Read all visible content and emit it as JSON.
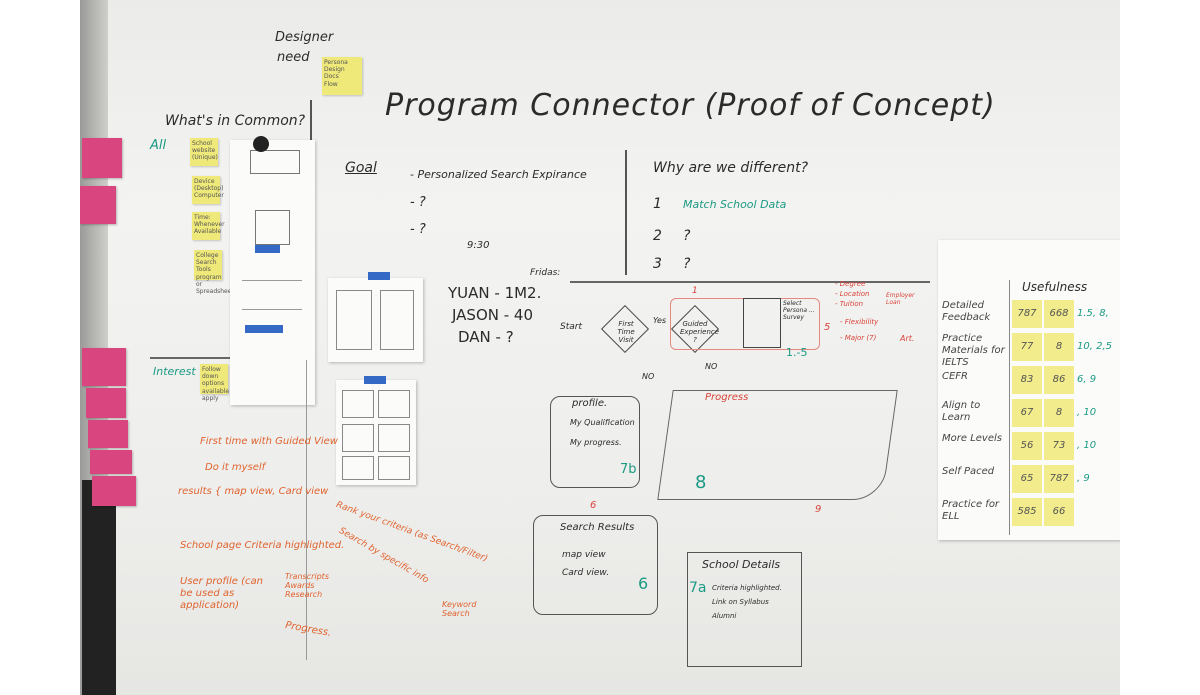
{
  "title": "Program Connector (Proof of Concept)",
  "designer_need": {
    "label_1": "Designer",
    "label_2": "need",
    "sticky_lines": [
      "Persona",
      "Design Docs",
      "Flow"
    ]
  },
  "common": {
    "heading": "What's in Common?",
    "all_label": "All",
    "stickies": [
      "School website (Unique)",
      "Device (Desktop) Computer",
      "Time: Whenever Available",
      "College Search Tools program or Spreadsheet"
    ],
    "interest_label": "Interest",
    "interest_sticky": "Follow down options available apply"
  },
  "goal": {
    "label": "Goal",
    "items": [
      "- Personalized Search Expirance",
      "- ?",
      "- ?"
    ],
    "time": "9:30"
  },
  "why": {
    "heading": "Why are we different?",
    "items": [
      {
        "num": "1",
        "text": "Match School Data"
      },
      {
        "num": "2",
        "text": "?"
      },
      {
        "num": "3",
        "text": "?"
      }
    ]
  },
  "names": {
    "fridays": "Fridas:",
    "rows": [
      "YUAN - 1M2.",
      "JASON - 40",
      "DAN - ?"
    ]
  },
  "flow": {
    "start": "Start",
    "first_time": "First Time Visit",
    "yes": "Yes",
    "guided": "Guided Experience ?",
    "no1": "NO",
    "no2": "NO",
    "step1": "1",
    "grid_note": "Select Persona ... Survey",
    "criteria": [
      "- Degree",
      "- Location",
      "- Tuition",
      "- Flexibility",
      "- Major (7)"
    ],
    "criteria_note": "Employer Loan",
    "art": "Art.",
    "step5": "5",
    "range": "1.-5",
    "progress": "Progress"
  },
  "screens": {
    "profile": {
      "title": "profile.",
      "items": [
        "My Qualification",
        "My progress."
      ],
      "badge": "7b"
    },
    "search": {
      "num": "6",
      "title": "Search Results",
      "items": [
        "map view",
        "Card view."
      ],
      "badge": "6"
    },
    "school": {
      "title": "School Details",
      "items": [
        "Criteria highlighted.",
        "Link on Syllabus",
        "Alumni"
      ],
      "badge": "7a"
    },
    "eight": "8",
    "nine": "9"
  },
  "notes": [
    "First time with Guided View",
    "Do it myself",
    "results { map view, Card view",
    "School page Criteria highlighted.",
    "User profile (can be used as application)",
    "Transcripts Awards Research",
    "Progress.",
    "Rank your criteria (as Search/Filter)",
    "Search by specific info",
    "Keyword Search"
  ],
  "usefulness": {
    "heading": "Usefulness",
    "rows": [
      {
        "label": "Detailed Feedback",
        "scores": "1.5, 8,",
        "votes": [
          "787",
          "668"
        ]
      },
      {
        "label": "Practice Materials for IELTS",
        "scores": "10, 2,5",
        "votes": [
          "77",
          "8"
        ]
      },
      {
        "label": "CEFR",
        "scores": "6, 9",
        "votes": [
          "83",
          "86"
        ]
      },
      {
        "label": "Align to Learn",
        "scores": ", 10",
        "votes": [
          "67",
          "8"
        ]
      },
      {
        "label": "More Levels",
        "scores": ", 10",
        "votes": [
          "56",
          "73"
        ]
      },
      {
        "label": "Self Paced",
        "scores": ", 9",
        "votes": [
          "65",
          "787"
        ]
      },
      {
        "label": "Practice for ELL",
        "scores": "",
        "votes": [
          "585",
          "66"
        ]
      }
    ]
  },
  "colors": {
    "board": "#eeeeec",
    "sticky": "#efe97a",
    "pink": "#d9467f",
    "orange": "#e0632f",
    "red": "#d9433a",
    "teal": "#1b9a84"
  }
}
